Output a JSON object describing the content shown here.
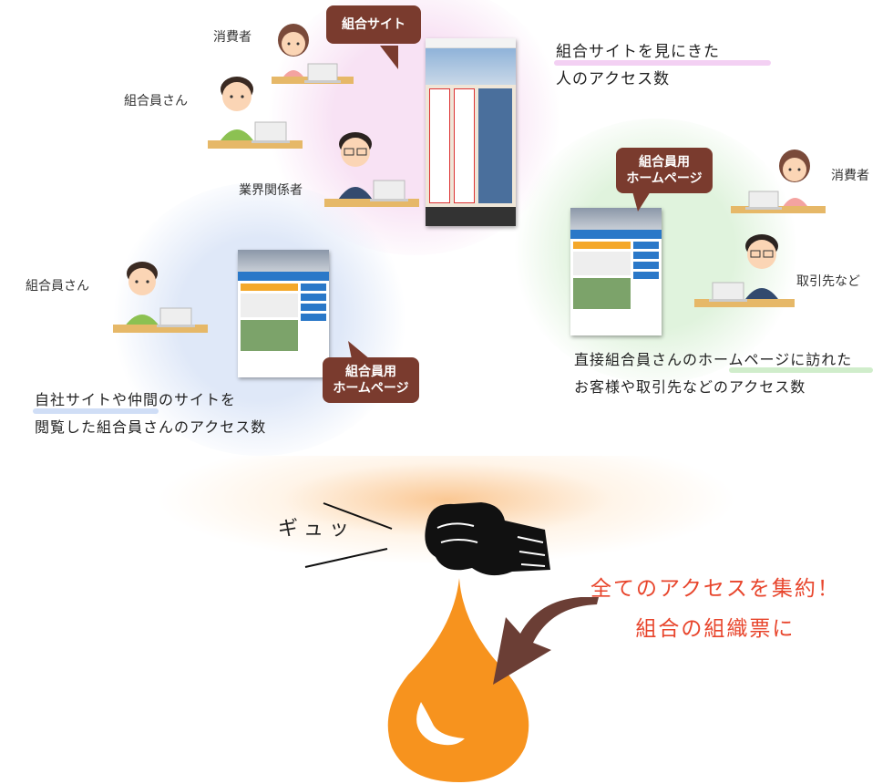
{
  "people": {
    "consumer_top": "消費者",
    "member_left_top": "組合員さん",
    "industry": "業界関係者",
    "member_left": "組合員さん",
    "consumer_right": "消費者",
    "client_right": "取引先など"
  },
  "bubbles": {
    "union_site": "組合サイト",
    "member_hp_right_line1": "組合員用",
    "member_hp_right_line2": "ホームページ",
    "member_hp_left_line1": "組合員用",
    "member_hp_left_line2": "ホームページ"
  },
  "captions": {
    "top_right_line1": "組合サイトを見にきた",
    "top_right_line2": "人のアクセス数",
    "right_line1": "直接組合員さんのホームページに訪れた",
    "right_line2": "お客様や取引先などのアクセス数",
    "left_line1": "自社サイトや仲間のサイトを",
    "left_line2": "閲覧した組合員さんのアクセス数"
  },
  "sound_effect": "ギュッ",
  "conclusion": {
    "line1": "全てのアクセスを集約！",
    "line2": "組合の組織票に"
  },
  "colors": {
    "bubble": "#7a3b2e",
    "conclusion_text": "#e8452c",
    "drop": "#f7931e",
    "arrow": "#6b3e35",
    "pink_circle": "#f6dcf2",
    "green_circle": "#dff2dc",
    "blue_circle": "#dde6f7"
  }
}
